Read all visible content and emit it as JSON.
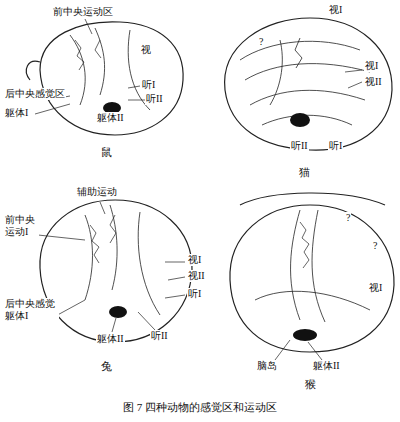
{
  "diagram": {
    "caption": "图 7 四种动物的感觉区和运动区",
    "labels": [
      "前中央运动区",
      "视",
      "后中央感觉区",
      "躯体I",
      "躯体II",
      "听I",
      "听II",
      "鼠",
      "视I",
      "?",
      "视I",
      "视II",
      "听II",
      "听I",
      "猫",
      "辅助运动",
      "前中央 运动I",
      "视I",
      "视II",
      "听I",
      "后中央感觉 躯体I",
      "躯体II",
      "听II",
      "兔",
      "?",
      "?",
      "视I",
      "脑岛",
      "躯体II",
      "猴"
    ]
  }
}
